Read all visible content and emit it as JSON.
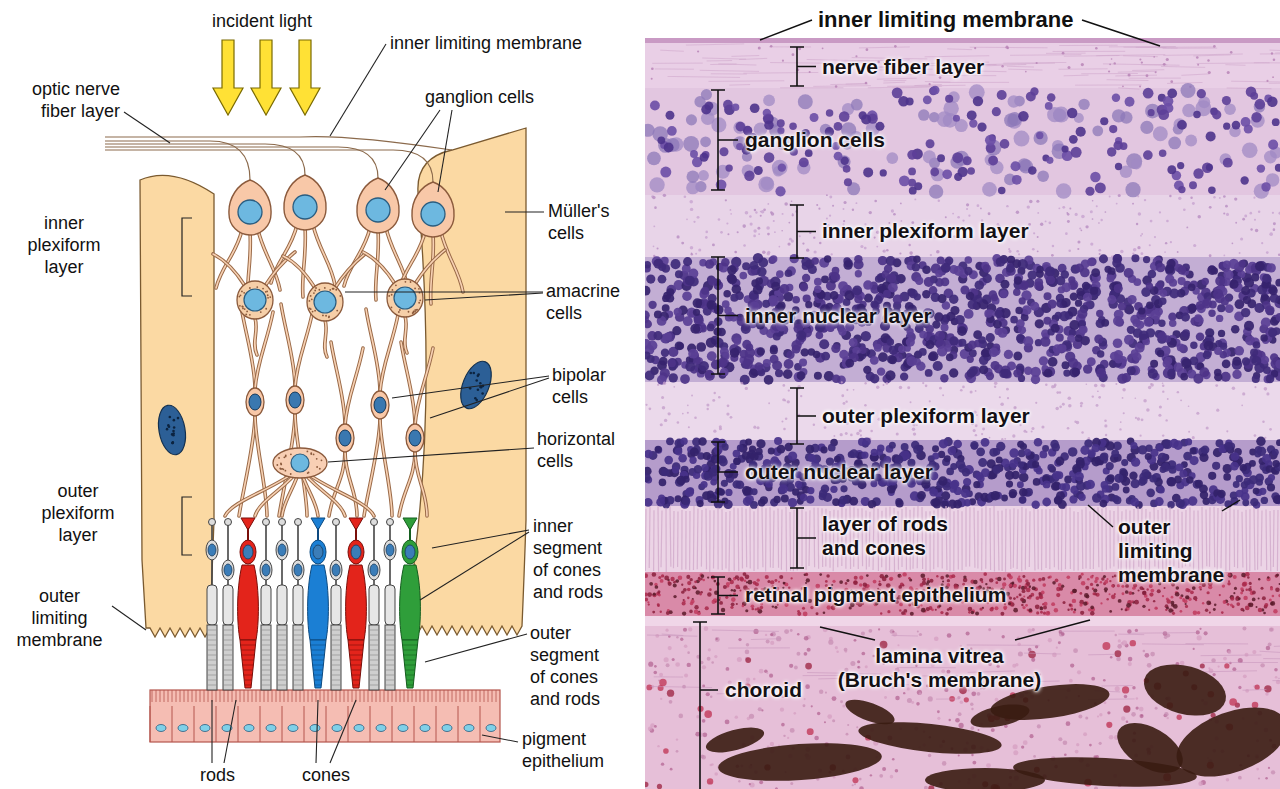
{
  "diagram": {
    "labels": [
      "incident light",
      "inner limiting membrane",
      "optic nerve fiber layer",
      "ganglion cells",
      "inner plexiform layer",
      "Müller's cells",
      "amacrine cells",
      "bipolar cells",
      "horizontal cells",
      "outer plexiform layer",
      "outer limiting membrane",
      "inner segment of cones and rods",
      "outer segment of cones and rods",
      "pigment epithelium",
      "rods",
      "cones",
      "inner limiting membrane",
      "nerve fiber layer",
      "ganglion cells",
      "inner plexiform layer",
      "inner nuclear layer",
      "outer plexiform layer",
      "outer nuclear layer",
      "layer of rods and cones",
      "outer limiting membrane",
      "retinal pigment epithelium",
      "lamina vitrea (Bruch's membrane)",
      "choroid"
    ]
  }
}
